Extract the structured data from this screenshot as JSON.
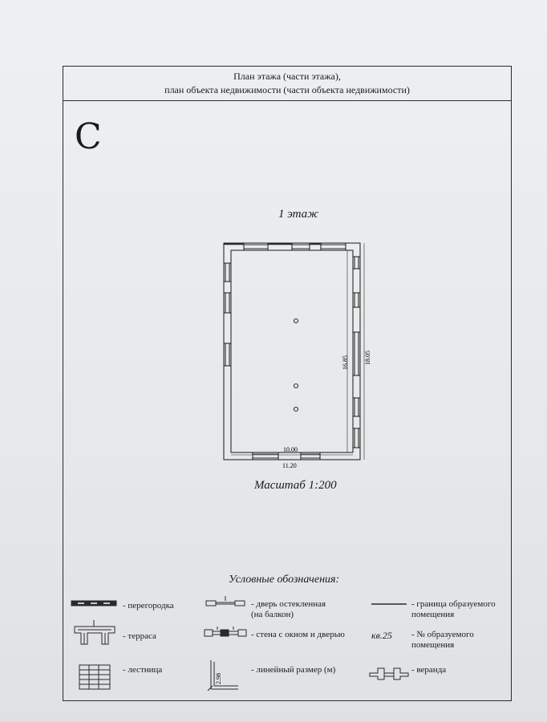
{
  "header": {
    "line1": "План этажа (части этажа),",
    "line2": "план объекта недвижимости (части объекта недвижимости)"
  },
  "north_mark": "С",
  "floor_label": "1 этаж",
  "dimensions": {
    "inner_width": "10.00",
    "outer_width": "11.20",
    "inner_length": "16.85",
    "outer_length": "18.05"
  },
  "scale_label": "Масштаб 1:200",
  "legend": {
    "title": "Условные обозначения:",
    "items": {
      "partition": "- перегородка",
      "terrace": "- терраса",
      "stairs": "- лестница",
      "glazed_door": "- дверь остекленная\n(на балкон)",
      "wall_window_door": "- стена с окном и дверью",
      "linear_size": "- линейный размер (м)",
      "linear_size_example": "2.98",
      "boundary": "- граница образуемого\nпомещения",
      "room_number": "- № образуемого\nпомещения",
      "room_number_example": "кв.25",
      "veranda": "- веранда"
    }
  }
}
